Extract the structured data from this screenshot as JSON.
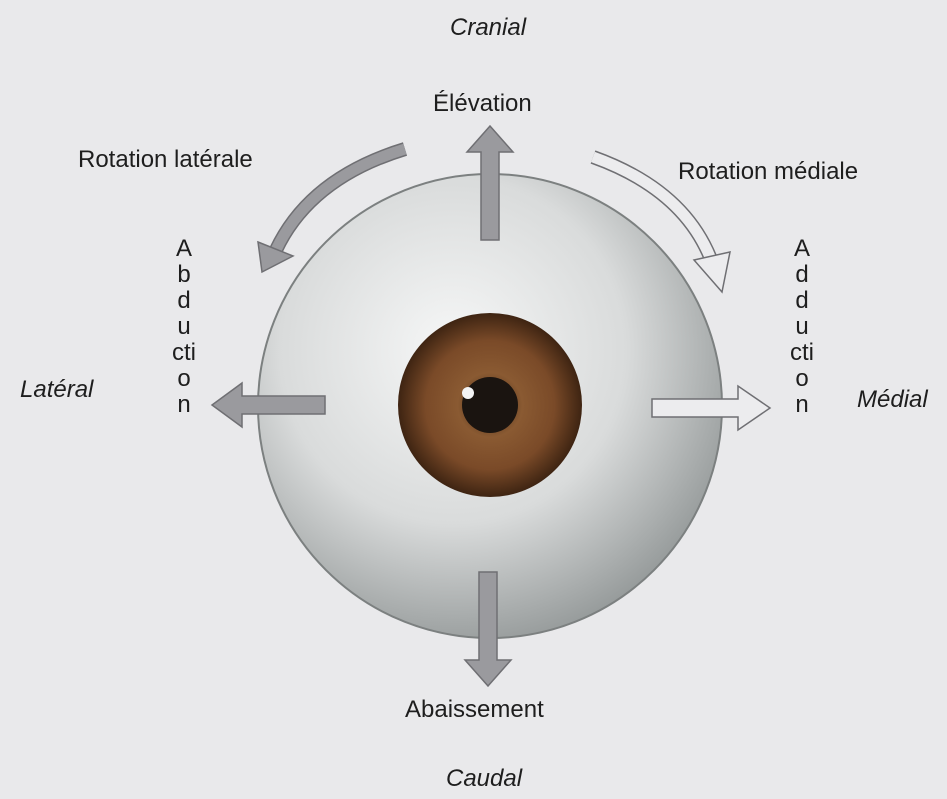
{
  "labels": {
    "cranial": "Cranial",
    "caudal": "Caudal",
    "lateral": "Latéral",
    "medial": "Médial",
    "elevation": "Élévation",
    "abaissement": "Abaissement",
    "rotation_laterale": "Rotation latérale",
    "rotation_mediale": "Rotation médiale",
    "abduction": "Abduction",
    "adduction": "Adduction"
  },
  "colors": {
    "arrow_fill": "#9a9a9e",
    "arrow_stroke": "#6f6f73",
    "sclera": "#c9cbcb",
    "iris": "#7a4a2a",
    "pupil": "#1a1410"
  }
}
